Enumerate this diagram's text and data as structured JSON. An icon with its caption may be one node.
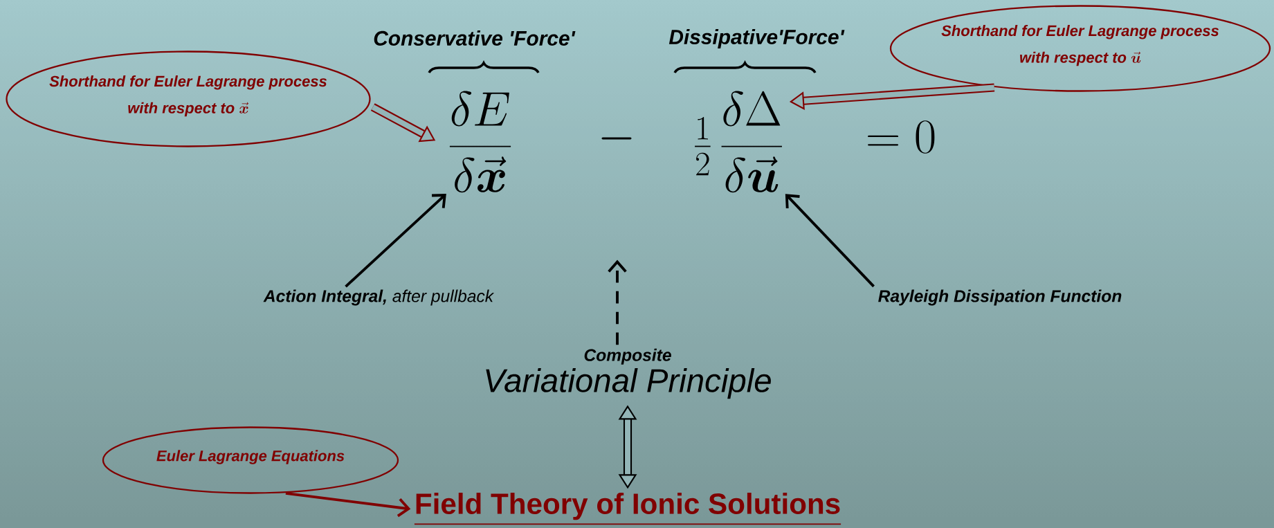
{
  "diagram": {
    "nodes": [
      {
        "text": [
          "Shorthand for Euler Lagrange process with respect to",
          "\\vec{\\boldsymbol{x}}"
        ]
      },
      {
        "text": [
          "\\frac{\\delta E}{\\delta\\vec{\\boldsymbol{x}}}"
        ]
      },
      {
        "text": [
          "\\tfrac{1}{2}\\,\\frac{\\delta\\Delta}{\\delta\\vec{\\boldsymbol{u}}}"
        ]
      },
      {
        "text": [
          "Shorthand for Euler Lagrange process with respect to",
          "\\vec{\\boldsymbol{u}}"
        ]
      },
      {
        "text": [
          "**Action Integral,** after pullback"
        ]
      },
      {
        "text": [
          "Rayleigh Dissipation Function"
        ]
      },
      {
        "text": [
          "Composite",
          "Variational Principle"
        ]
      },
      {
        "text": [
          "Euler Lagrange Equations"
        ]
      },
      {
        "text": [
          "Field Theory of Ionic Solutions"
        ]
      }
    ],
    "edges": [
      {
        "from": 0,
        "to": 1,
        "arrow": "to",
        "style": "thick",
        "color": "#800000"
      },
      {
        "from": 3,
        "to": 2,
        "arrow": "to",
        "style": "thick",
        "color": "#800000"
      },
      {
        "from": 4,
        "to": 1,
        "arrow": "to"
      },
      {
        "from": 5,
        "to": 2,
        "arrow": "to"
      },
      {
        "from": 6,
        "to": null,
        "arrow": "to",
        "style": "dashed"
      },
      {
        "from": 6,
        "to": 8,
        "arrow": "both",
        "style": "thick"
      },
      {
        "from": 7,
        "to": 8,
        "arrow": "to",
        "color": "#800000"
      }
    ],
    "labels": [
      "Conservative 'Force'",
      "Dissipative'Force'",
      "-",
      "=0"
    ]
  }
}
